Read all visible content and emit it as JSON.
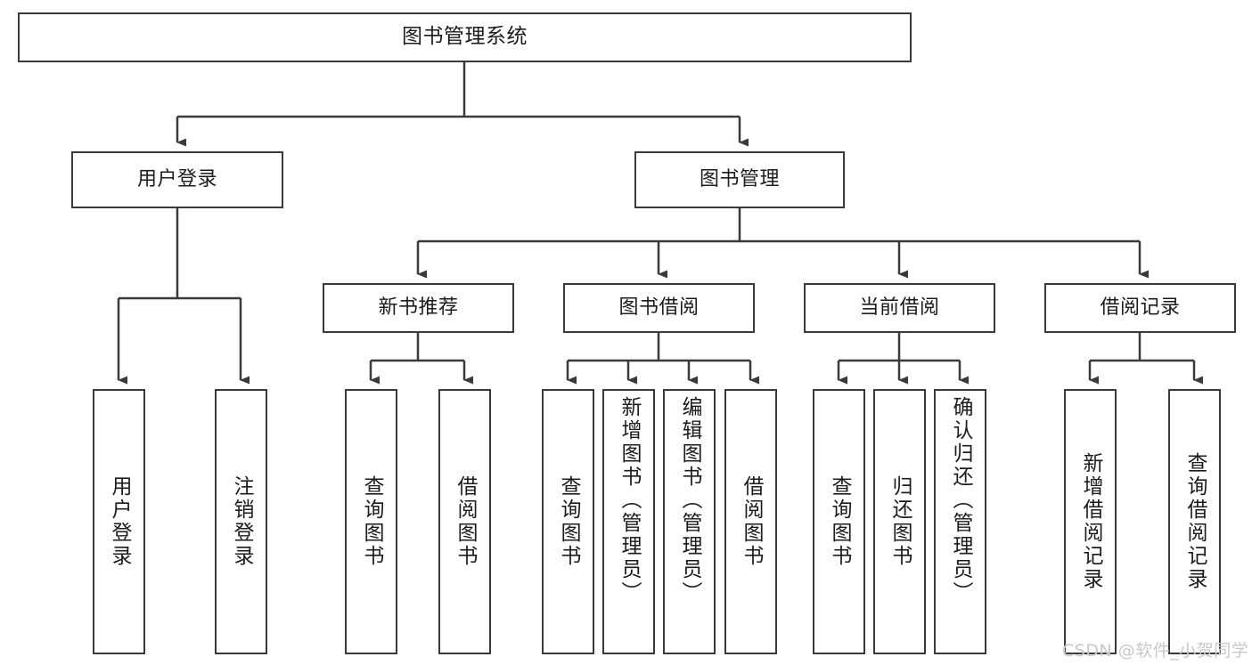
{
  "diagram": {
    "title": "图书管理系统",
    "root": {
      "label": "图书管理系统"
    },
    "level2": [
      {
        "label": "用户登录"
      },
      {
        "label": "图书管理"
      }
    ],
    "level3": [
      {
        "label": "新书推荐"
      },
      {
        "label": "图书借阅"
      },
      {
        "label": "当前借阅"
      },
      {
        "label": "借阅记录"
      }
    ],
    "leaves": {
      "user_login": [
        {
          "label": "用户登录"
        },
        {
          "label": "注销登录"
        }
      ],
      "new_book_recommend": [
        {
          "label": "查询图书"
        },
        {
          "label": "借阅图书"
        }
      ],
      "book_borrow": [
        {
          "label": "查询图书"
        },
        {
          "label": "新增图书（管理员）"
        },
        {
          "label": "编辑图书（管理员）"
        },
        {
          "label": "借阅图书"
        }
      ],
      "current_borrow": [
        {
          "label": "查询图书"
        },
        {
          "label": "归还图书"
        },
        {
          "label": "确认归还（管理员）"
        }
      ],
      "borrow_record": [
        {
          "label": "新增借阅记录"
        },
        {
          "label": "查询借阅记录"
        }
      ]
    }
  },
  "watermark": {
    "text": "CSDN @软件_小贺同学"
  },
  "colors": {
    "stroke": "#3a3a3a",
    "text": "#1c1c1c",
    "background": "#ffffff",
    "watermark": "#c9c9c9"
  }
}
